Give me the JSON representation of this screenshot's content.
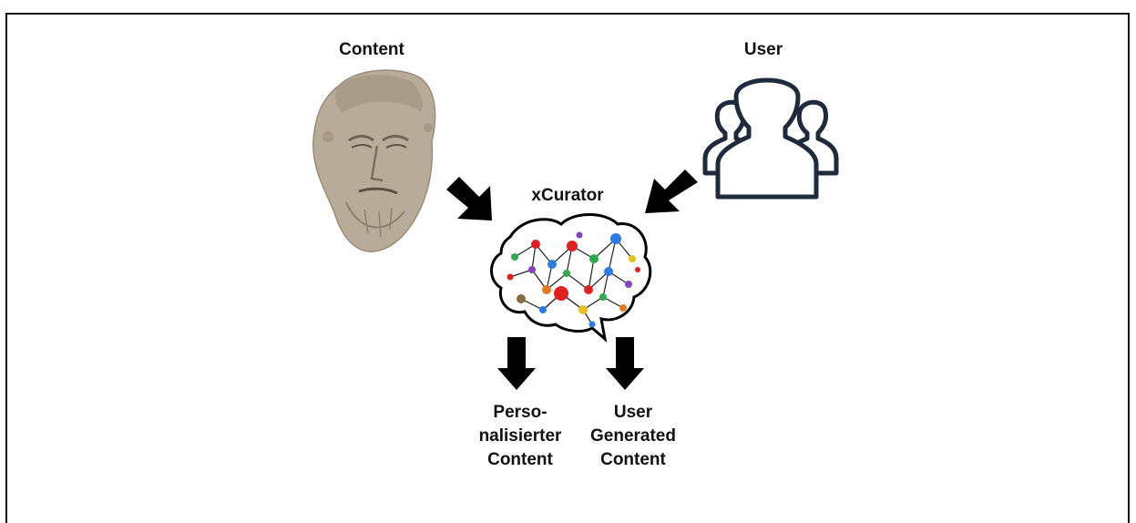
{
  "labels": {
    "content": "Content",
    "user": "User",
    "xcurator": "xCurator",
    "output_personalized": [
      "Perso-",
      "nalisierter",
      "Content"
    ],
    "output_ugc": [
      "User",
      "Generated",
      "Content"
    ]
  },
  "icons": {
    "content_image": "marble-head-sculpture",
    "user_icon": "user-group-icon",
    "engine_icon": "brain-network-icon",
    "arrow": "arrow-icon"
  },
  "colors": {
    "stone": "#b6aa98",
    "user_outline": "#1f2b3d",
    "arrow": "#000000"
  }
}
